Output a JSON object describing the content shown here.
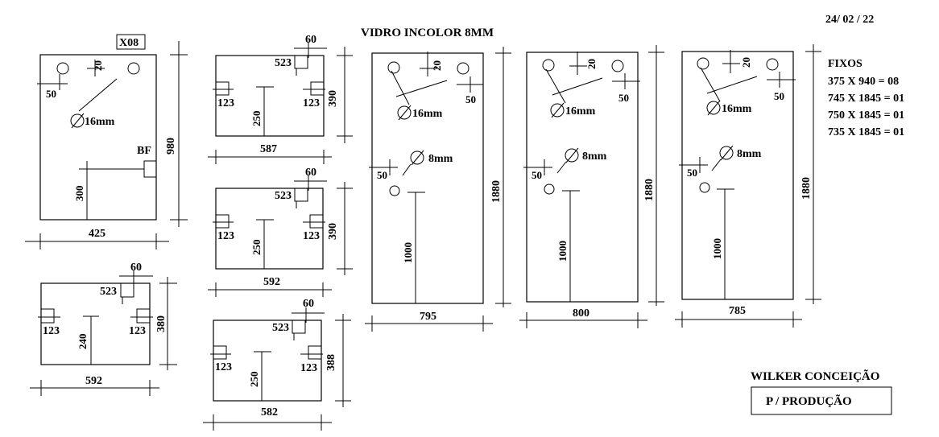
{
  "header": {
    "title": "VIDRO INCOLOR 8MM",
    "date": "24/ 02 / 22"
  },
  "fixos": {
    "title": "FIXOS",
    "items": [
      "375 X 940 = 08",
      "745 X 1845 = 01",
      "750 X 1845 = 01",
      "735 X 1845 = 01"
    ]
  },
  "footer": {
    "company": "WILKER CONCEIÇÃO",
    "stamp": "P / PRODUÇÃO"
  },
  "panel_a": {
    "qty": "X08",
    "hole_offset": "20",
    "edge_offset": "50",
    "hole_size": "16mm",
    "cutout": "BF",
    "cutout_height": "300",
    "height": "980",
    "width": "425"
  },
  "panel_b1": {
    "notch": "60",
    "top_cut": "523",
    "left_cut": "123",
    "right_cut": "123",
    "center": "250",
    "height": "390",
    "width": "587"
  },
  "panel_b2": {
    "notch": "60",
    "top_cut": "523",
    "left_cut": "123",
    "right_cut": "123",
    "center": "250",
    "height": "390",
    "width": "592"
  },
  "panel_b3": {
    "notch": "60",
    "top_cut": "523",
    "left_cut": "123",
    "right_cut": "123",
    "center": "250",
    "height": "388",
    "width": "582"
  },
  "panel_c": {
    "notch": "60",
    "top_cut": "523",
    "left_cut": "123",
    "right_cut": "123",
    "center": "240",
    "height": "380",
    "width": "592"
  },
  "panel_d1": {
    "top_offset": "20",
    "side_offset": "50",
    "big_hole": "16mm",
    "small_offset": "50",
    "small_hole": "8mm",
    "hole_height": "1000",
    "height": "1880",
    "width": "795"
  },
  "panel_d2": {
    "top_offset": "20",
    "side_offset": "50",
    "big_hole": "16mm",
    "small_offset": "50",
    "small_hole": "8mm",
    "hole_height": "1000",
    "height": "1880",
    "width": "800"
  },
  "panel_d3": {
    "top_offset": "20",
    "side_offset": "50",
    "big_hole": "16mm",
    "small_offset": "50",
    "small_hole": "8mm",
    "hole_height": "1000",
    "height": "1880",
    "width": "785"
  }
}
